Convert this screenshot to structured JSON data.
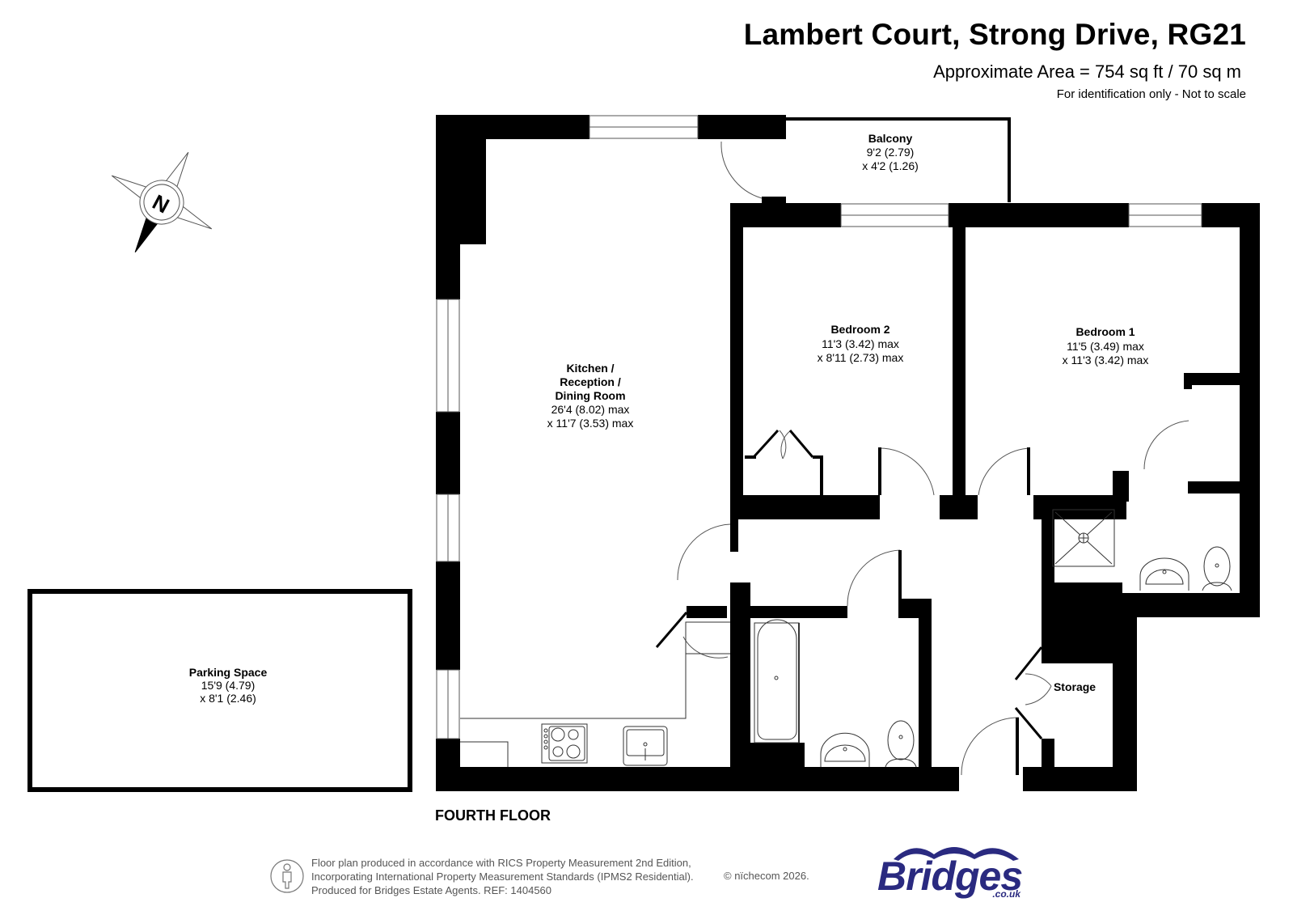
{
  "header": {
    "title": "Lambert Court, Strong Drive, RG21",
    "area": "Approximate Area = 754 sq ft / 70 sq m",
    "note": "For identification only - Not to scale"
  },
  "compass": {
    "icon": "north-compass-icon",
    "letter": "N"
  },
  "rooms": {
    "balcony": {
      "name": "Balcony",
      "dim1": "9'2 (2.79)",
      "dim2": "x 4'2 (1.26)"
    },
    "bedroom2": {
      "name": "Bedroom 2",
      "dim1": "11'3 (3.42) max",
      "dim2": "x 8'11 (2.73) max"
    },
    "bedroom1": {
      "name": "Bedroom 1",
      "dim1": "11'5 (3.49) max",
      "dim2": "x 11'3 (3.42) max"
    },
    "kitchen": {
      "name1": "Kitchen /",
      "name2": "Reception /",
      "name3": "Dining Room",
      "dim1": "26'4 (8.02) max",
      "dim2": "x 11'7 (3.53) max"
    },
    "storage": {
      "name": "Storage"
    },
    "parking": {
      "name": "Parking Space",
      "dim1": "15'9 (4.79)",
      "dim2": "x 8'1 (2.46)"
    }
  },
  "floor_label": "FOURTH FLOOR",
  "footer": {
    "line1": "Floor plan produced in accordance with RICS Property Measurement 2nd Edition,",
    "line2": "Incorporating International Property Measurement Standards (IPMS2 Residential).",
    "line3": "Produced for Bridges Estate Agents.   REF: 1404560",
    "copyright": "© nïchecom 2026."
  },
  "logo": {
    "text": "Bridges",
    "domain": ".co.uk",
    "color": "#2a2a80"
  },
  "colors": {
    "wall": "#000000",
    "background": "#ffffff",
    "fixture_line": "#333333"
  }
}
